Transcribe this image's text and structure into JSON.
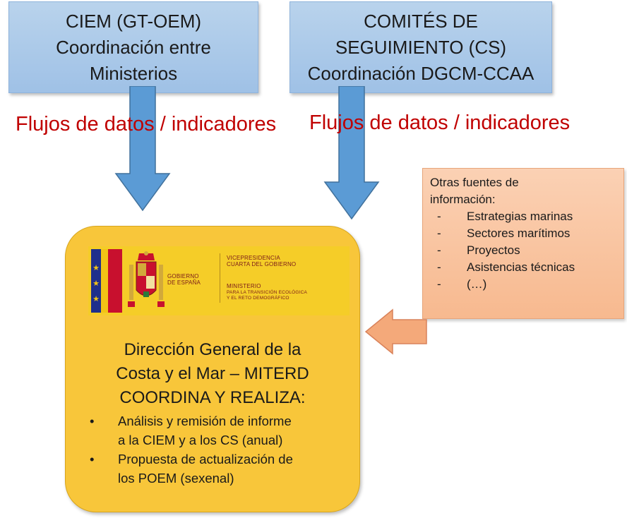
{
  "ciem_box": {
    "lines": [
      "CIEM (GT-OEM)",
      "Coordinación entre",
      "Ministerios"
    ]
  },
  "cs_box": {
    "lines": [
      "COMITÉS DE",
      "SEGUIMIENTO (CS)",
      "Coordinación DGCM-CCAA"
    ]
  },
  "flows": [
    {
      "label": "Flujos de datos / indicadores"
    },
    {
      "label": "Flujos de datos / indicadores"
    }
  ],
  "sources_box": {
    "title_lines": [
      "Otras fuentes de",
      "información:"
    ],
    "items": [
      "Estrategias marinas",
      "Sectores marítimos",
      "Proyectos",
      "Asistencias técnicas",
      "(…)"
    ],
    "marker": "-"
  },
  "logo": {
    "gobierno": [
      "GOBIERNO",
      "DE ESPAÑA"
    ],
    "vicepresidencia": [
      "VICEPRESIDENCIA",
      "CUARTA DEL GOBIERNO"
    ],
    "ministerio": [
      "MINISTERIO",
      "PARA LA TRANSICIÓN ECOLÓGICA",
      "Y EL RETO DEMOGRÁFICO"
    ]
  },
  "main_box": {
    "title_lines": [
      "Dirección General de la",
      "Costa y el Mar – MITERD",
      "COORDINA Y REALIZA:"
    ],
    "bullet": "•",
    "items": [
      {
        "lines": [
          "Análisis y remisión de informe",
          "a la CIEM y a los CS (anual)"
        ]
      },
      {
        "lines": [
          "Propuesta de actualización de",
          "los POEM (sexenal)"
        ]
      }
    ]
  },
  "colors": {
    "blue_box": "#a9c8ea",
    "flow_text": "#c00000",
    "arrow_blue": "#5b9bd5",
    "orange_box": "#f9c7a4",
    "orange_arrow": "#f4a97a",
    "main_box": "#f8c63a"
  }
}
